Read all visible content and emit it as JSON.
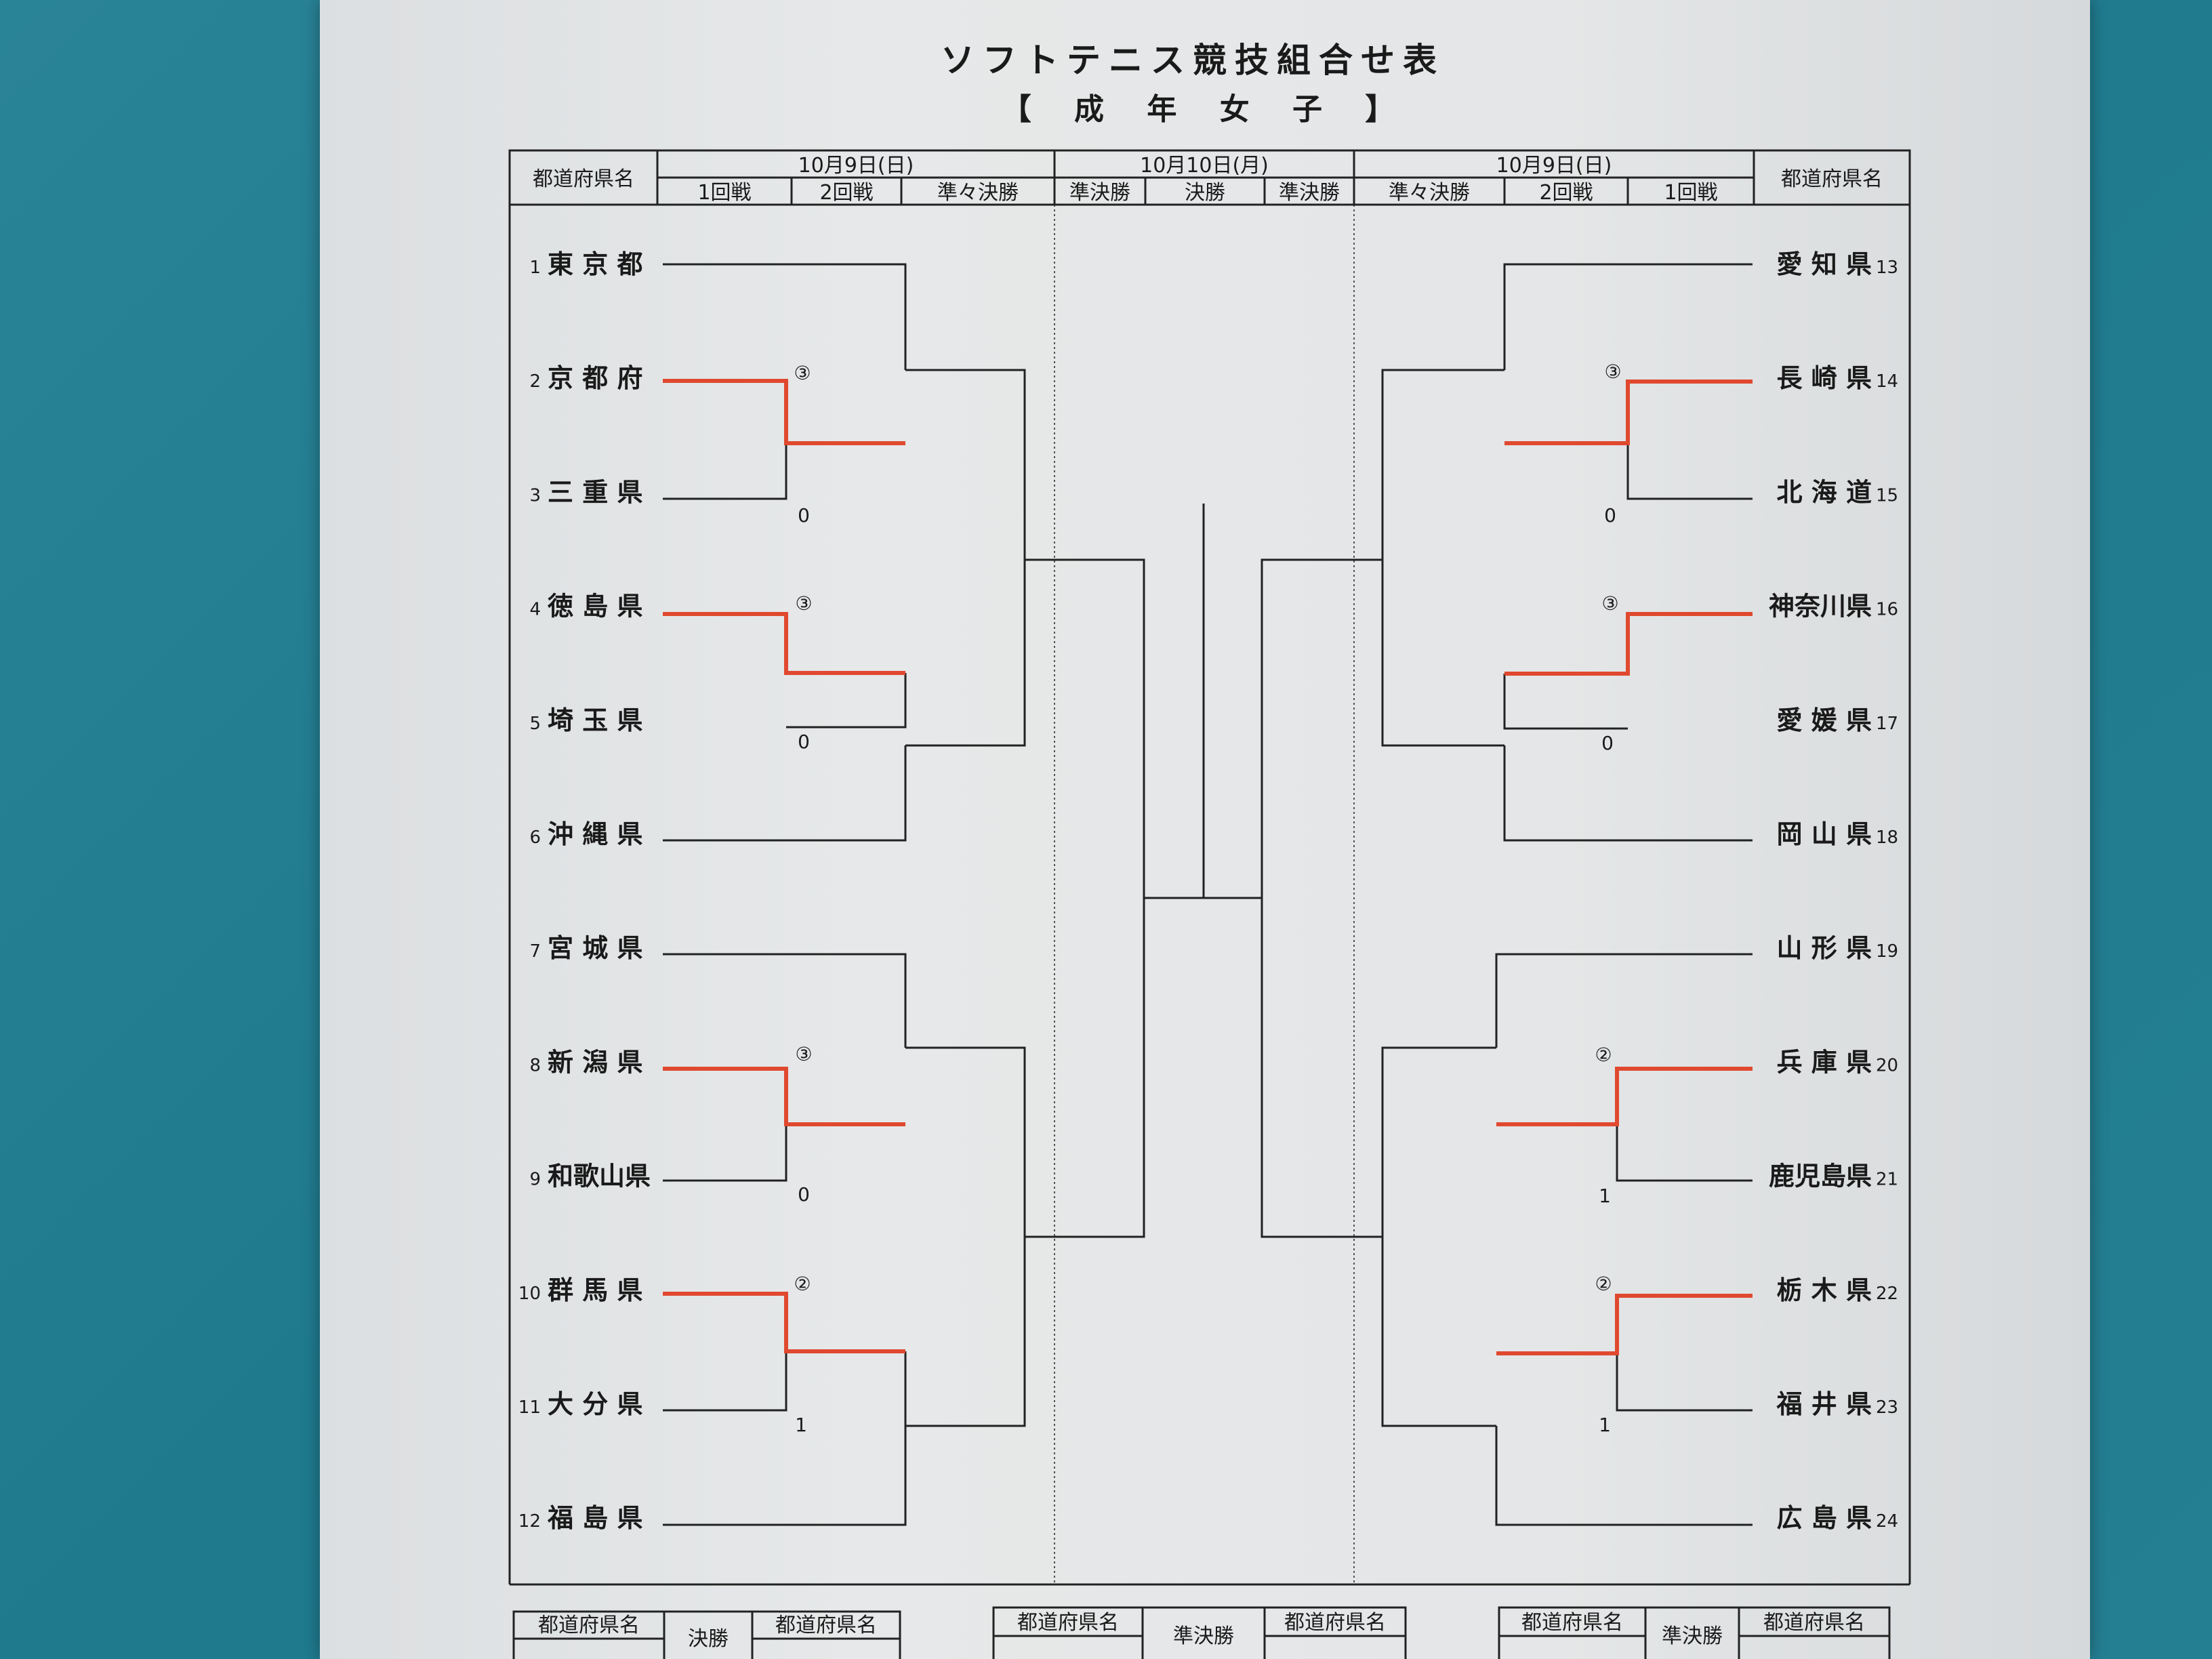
{
  "title": "ソフトテニス競技組合せ表",
  "subtitle": "【 成 年 女 子 】",
  "header": {
    "pref_col": "都道府県名",
    "day1": "10月9日(日)",
    "day2": "10月10日(月)",
    "day3": "10月9日(日)",
    "left_rounds": [
      "1回戦",
      "2回戦",
      "準々決勝"
    ],
    "center_rounds": [
      "準決勝",
      "決勝",
      "準決勝"
    ],
    "right_rounds": [
      "準々決勝",
      "2回戦",
      "1回戦"
    ]
  },
  "left_teams": [
    {
      "no": "1",
      "name": "東 京 都"
    },
    {
      "no": "2",
      "name": "京 都 府"
    },
    {
      "no": "3",
      "name": "三 重 県"
    },
    {
      "no": "4",
      "name": "徳 島 県"
    },
    {
      "no": "5",
      "name": "埼 玉 県"
    },
    {
      "no": "6",
      "name": "沖 縄 県"
    },
    {
      "no": "7",
      "name": "宮 城 県"
    },
    {
      "no": "8",
      "name": "新 潟 県"
    },
    {
      "no": "9",
      "name": "和歌山県"
    },
    {
      "no": "10",
      "name": "群 馬 県"
    },
    {
      "no": "11",
      "name": "大 分 県"
    },
    {
      "no": "12",
      "name": "福 島 県"
    }
  ],
  "right_teams": [
    {
      "no": "13",
      "name": "愛 知 県"
    },
    {
      "no": "14",
      "name": "長 崎 県"
    },
    {
      "no": "15",
      "name": "北 海 道"
    },
    {
      "no": "16",
      "name": "神奈川県"
    },
    {
      "no": "17",
      "name": "愛 媛 県"
    },
    {
      "no": "18",
      "name": "岡 山 県"
    },
    {
      "no": "19",
      "name": "山 形 県"
    },
    {
      "no": "20",
      "name": "兵 庫 県"
    },
    {
      "no": "21",
      "name": "鹿児島県"
    },
    {
      "no": "22",
      "name": "栃 木 県"
    },
    {
      "no": "23",
      "name": "福 井 県"
    },
    {
      "no": "24",
      "name": "広 島 県"
    }
  ],
  "left_scores": [
    {
      "winner": "③",
      "loser": "0"
    },
    {
      "winner": "③",
      "loser": "0"
    },
    {
      "winner": "③",
      "loser": "0"
    },
    {
      "winner": "②",
      "loser": "1"
    }
  ],
  "right_scores": [
    {
      "winner": "③",
      "loser": "0"
    },
    {
      "winner": "③",
      "loser": "0"
    },
    {
      "winner": "②",
      "loser": "1"
    },
    {
      "winner": "②",
      "loser": "1"
    }
  ],
  "bottom_tables": [
    {
      "left": "都道府県名",
      "mid": "決勝",
      "right": "都道府県名"
    },
    {
      "left": "都道府県名",
      "mid": "準決勝",
      "right": "都道府県名"
    },
    {
      "left": "都道府県名",
      "mid": "準決勝",
      "right": "都道府県名"
    }
  ],
  "colors": {
    "winner_line": "#e0492f",
    "line": "#222222",
    "background": "#2a8497"
  }
}
